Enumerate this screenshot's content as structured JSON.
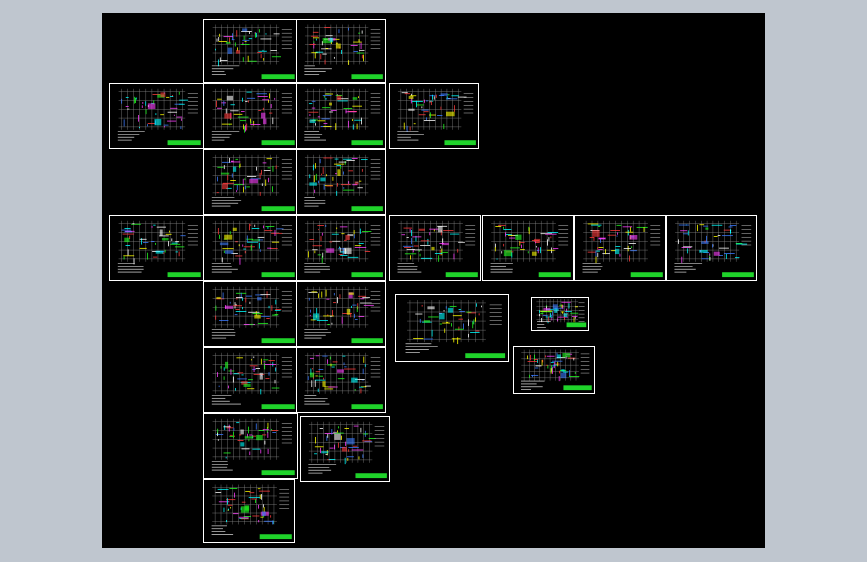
{
  "app": {
    "canvas_background": "#000000",
    "desktop_background": "#bfc6cf",
    "sheet_border_color": "#ffffff",
    "title_block_color": "#1fd32a"
  },
  "viewport": {
    "sheets": [
      {
        "id": "s1",
        "kind": "plan"
      },
      {
        "id": "s2",
        "kind": "plan"
      },
      {
        "id": "s3",
        "kind": "plan"
      },
      {
        "id": "s4",
        "kind": "plan"
      },
      {
        "id": "s5",
        "kind": "plan"
      },
      {
        "id": "s6",
        "kind": "plan"
      },
      {
        "id": "s7",
        "kind": "plan"
      },
      {
        "id": "s8",
        "kind": "plan"
      },
      {
        "id": "s9",
        "kind": "plan"
      },
      {
        "id": "s10",
        "kind": "plan"
      },
      {
        "id": "s11",
        "kind": "plan"
      },
      {
        "id": "s12",
        "kind": "plan"
      },
      {
        "id": "s13",
        "kind": "plan"
      },
      {
        "id": "s14",
        "kind": "plan"
      },
      {
        "id": "s15",
        "kind": "plan"
      },
      {
        "id": "s16",
        "kind": "plan"
      },
      {
        "id": "s17",
        "kind": "plan"
      },
      {
        "id": "s18",
        "kind": "plan"
      },
      {
        "id": "s19",
        "kind": "plan"
      },
      {
        "id": "s20",
        "kind": "plan"
      },
      {
        "id": "s21",
        "kind": "plan"
      },
      {
        "id": "s22",
        "kind": "plan"
      },
      {
        "id": "s23",
        "kind": "plan"
      },
      {
        "id": "s24",
        "kind": "detail"
      },
      {
        "id": "s25",
        "kind": "detail-small"
      },
      {
        "id": "s26",
        "kind": "detail-small"
      }
    ]
  }
}
